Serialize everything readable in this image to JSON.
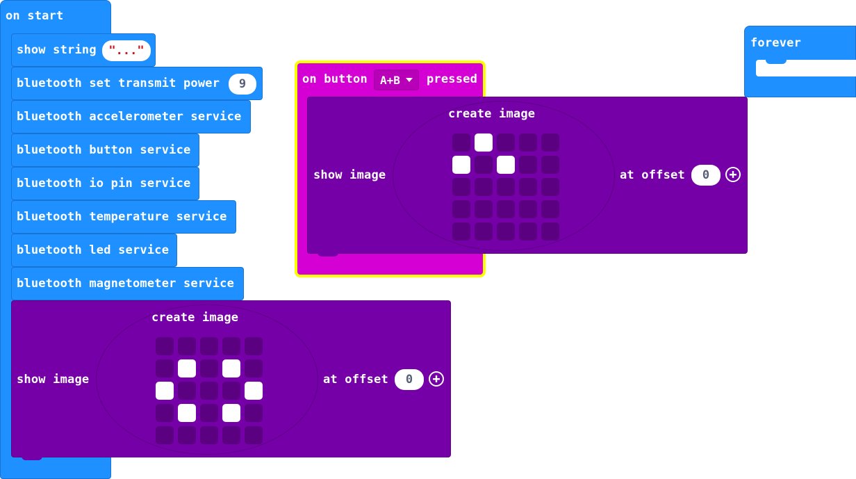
{
  "on_start": {
    "hat_label": "on start",
    "show_string": {
      "label": "show string",
      "value": "\"...\""
    },
    "transmit_power": {
      "label": "bluetooth set transmit power",
      "value": "9"
    },
    "services": [
      "bluetooth accelerometer service",
      "bluetooth button service",
      "bluetooth io pin service",
      "bluetooth temperature service",
      "bluetooth led service",
      "bluetooth magnetometer service"
    ],
    "show_image": {
      "label": "show image",
      "create_label": "create image",
      "offset_label": "at offset",
      "offset_value": "0",
      "leds": [
        [
          0,
          0,
          0,
          0,
          0
        ],
        [
          0,
          1,
          0,
          1,
          0
        ],
        [
          1,
          0,
          0,
          0,
          1
        ],
        [
          0,
          1,
          0,
          1,
          0
        ],
        [
          0,
          0,
          0,
          0,
          0
        ]
      ]
    }
  },
  "on_button": {
    "prefix": "on button",
    "button_value": "A+B",
    "suffix": "pressed",
    "show_image": {
      "label": "show image",
      "create_label": "create image",
      "offset_label": "at offset",
      "offset_value": "0",
      "leds": [
        [
          0,
          1,
          0,
          0,
          0
        ],
        [
          1,
          0,
          1,
          0,
          0
        ],
        [
          0,
          0,
          0,
          0,
          0
        ],
        [
          0,
          0,
          0,
          0,
          0
        ],
        [
          0,
          0,
          0,
          0,
          0
        ]
      ]
    }
  },
  "forever": {
    "label": "forever"
  },
  "colors": {
    "basic": "#1e90ff",
    "images": "#7600a8",
    "input": "#d400d4",
    "selection": "#ffff00"
  },
  "icons": [
    "dropdown-caret-icon",
    "add-plus-icon"
  ]
}
